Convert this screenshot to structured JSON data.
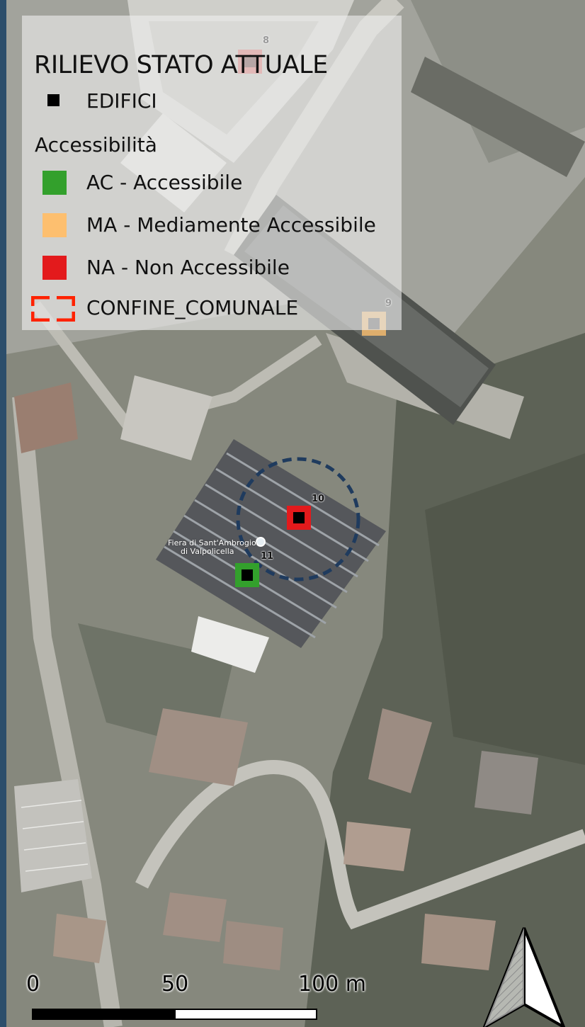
{
  "legend": {
    "title": "RILIEVO STATO ATTUALE",
    "buildings_label": "EDIFICI",
    "accessibility_heading": "Accessibilità",
    "items": [
      {
        "label": "AC - Accessibile",
        "color": "#33a02c"
      },
      {
        "label": "MA - Mediamente Accessibile",
        "color": "#fdbf6f"
      },
      {
        "label": "NA - Non Accessibile",
        "color": "#e31a1c"
      }
    ],
    "boundary_label": "CONFINE_COMUNALE",
    "boundary_color": "#ff2200"
  },
  "pois": [
    {
      "id": "8",
      "label": "8",
      "status": "NA"
    },
    {
      "id": "9",
      "label": "9",
      "status": "MA"
    },
    {
      "id": "10",
      "label": "10",
      "status": "NA"
    },
    {
      "id": "11",
      "label": "11",
      "status": "AC"
    }
  ],
  "place_label": {
    "line1": "Fiera di Sant'Ambrogio",
    "line2": "di Valpolicella"
  },
  "scale_bar": {
    "labels": [
      "0",
      "50",
      "100 m"
    ]
  },
  "north_arrow": {
    "icon": "north-arrow-icon"
  }
}
